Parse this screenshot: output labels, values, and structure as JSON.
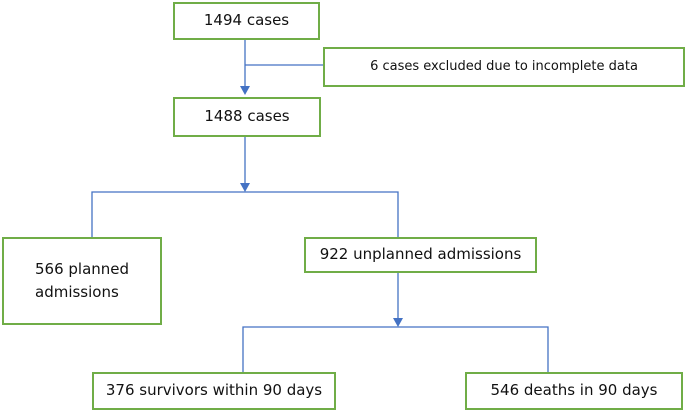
{
  "boxes": {
    "total": "1494 cases",
    "excluded": "6 cases excluded due to incomplete data",
    "included": "1488 cases",
    "planned": "566 planned admissions",
    "unplanned": "922 unplanned admissions",
    "survivors": "376 survivors within 90 days",
    "deaths": "546 deaths in 90 days"
  },
  "colors": {
    "box_border": "#70ad47",
    "connector": "#4472c4",
    "text": "#111111"
  }
}
